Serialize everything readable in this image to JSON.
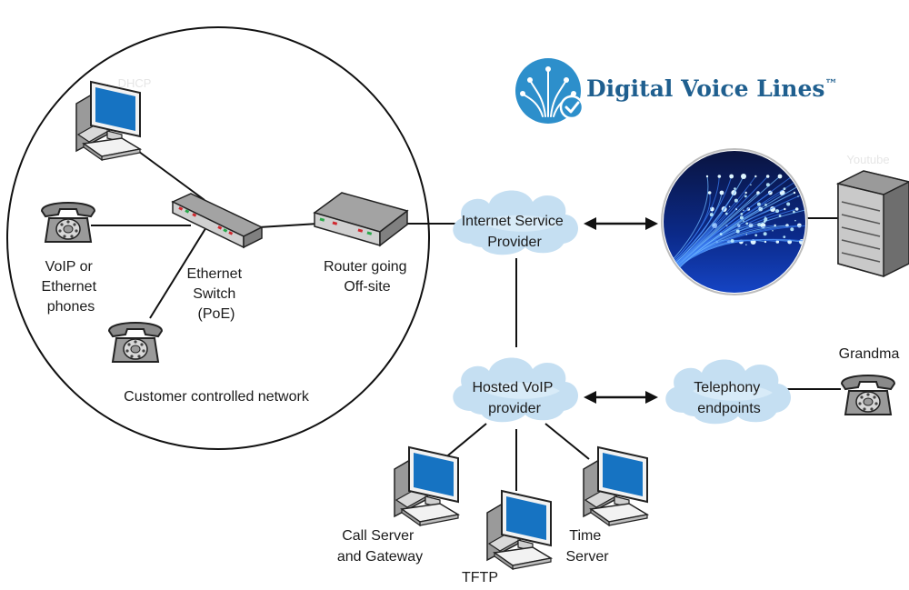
{
  "brand": {
    "name": "Digital Voice Lines",
    "tm": "™"
  },
  "labels": {
    "dhcp": "DHCP",
    "youtube": "Youtube",
    "phones": [
      "VoIP or",
      "Ethernet",
      "phones"
    ],
    "switch": [
      "Ethernet",
      "Switch",
      "(PoE)"
    ],
    "router": [
      "Router going",
      "Off-site"
    ],
    "customer_network": "Customer controlled network",
    "isp": [
      "Internet Service",
      "Provider"
    ],
    "voip": [
      "Hosted VoIP",
      "provider"
    ],
    "telephony": [
      "Telephony",
      "endpoints"
    ],
    "grandma": "Grandma",
    "call_server": [
      "Call Server",
      "and Gateway"
    ],
    "tftp": "TFTP",
    "time_server": [
      "Time",
      "Server"
    ]
  },
  "colors": {
    "cloud": "#c5dff2",
    "monitor_screen": "#1673c2",
    "brand_blue": "#1f5f8f",
    "logo_circle": "#2d8fcb",
    "device_gray": "#8c8c8c",
    "led_red": "#d0282e",
    "led_green": "#2aa84a"
  },
  "icons": {
    "computer": "computer-icon",
    "phone": "telephone-icon",
    "switch": "ethernet-switch-icon",
    "router": "router-icon",
    "server": "rack-server-icon",
    "cloud": "cloud-icon",
    "fiber": "fiber-optic-icon",
    "logo": "digital-voice-lines-logo"
  }
}
